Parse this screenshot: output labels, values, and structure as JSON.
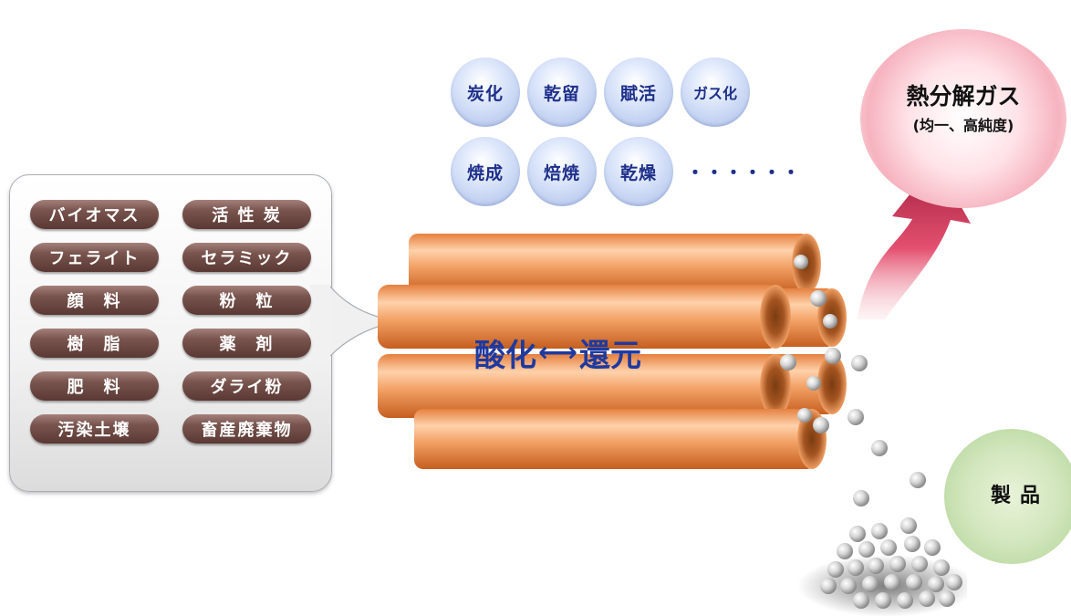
{
  "materials": [
    "バイオマス",
    "活 性 炭",
    "フェライト",
    "セラミック",
    "顔　料",
    "粉　粒",
    "樹　脂",
    "薬　剤",
    "肥　料",
    "ダライ粉",
    "汚染土壌",
    "畜産廃棄物"
  ],
  "processes": {
    "row1": [
      "炭化",
      "乾留",
      "賦活",
      "ガス化"
    ],
    "row2": [
      "焼成",
      "焙焼",
      "乾燥"
    ],
    "ellipsis": "・・・・・・"
  },
  "reaction": {
    "left": "酸化",
    "arrow": "⟷",
    "right": "還元"
  },
  "gas": {
    "title": "熱分解ガス",
    "subtitle": "(均一、高純度)"
  },
  "product": {
    "label": "製品"
  },
  "colors": {
    "tube_orange": "#f29a5c",
    "tube_dark": "#d9773a",
    "pill_brown": "#6b4540",
    "bubble_blue": "#b9c9ef",
    "text_navy": "#1e2f8a",
    "arrow_red": "#d2345a",
    "gas_glow": "#f6b3bf",
    "product_glow": "#c6e0ae"
  }
}
